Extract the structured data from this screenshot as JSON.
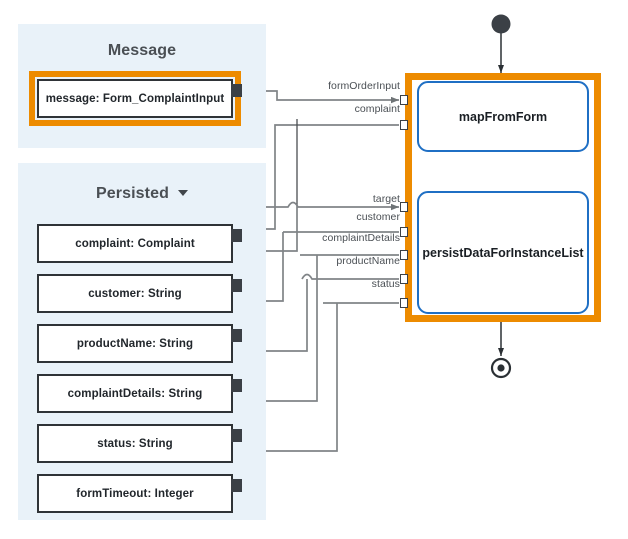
{
  "panels": {
    "message": {
      "title": "Message",
      "variables": [
        {
          "label": "message: Form_ComplaintInput",
          "highlighted": true
        }
      ]
    },
    "persisted": {
      "title": "Persisted",
      "has_dropdown": true,
      "dropdown_icon": "chevron-down-icon",
      "variables": [
        {
          "label": "complaint: Complaint",
          "highlighted": false
        },
        {
          "label": "customer: String",
          "highlighted": false
        },
        {
          "label": "productName: String",
          "highlighted": false
        },
        {
          "label": "complaintDetails: String",
          "highlighted": false
        },
        {
          "label": "status: String",
          "highlighted": false
        },
        {
          "label": "formTimeout: Integer",
          "highlighted": false
        }
      ]
    }
  },
  "flow": {
    "highlighted": true,
    "start_node": "start-event-node",
    "end_node": "end-event-node",
    "nodes": [
      {
        "label": "mapFromForm"
      },
      {
        "label": "persistDataForInstanceList"
      }
    ]
  },
  "edges": {
    "labels": [
      "formOrderInput",
      "complaint",
      "target",
      "customer",
      "complaintDetails",
      "productName",
      "status"
    ]
  },
  "colors": {
    "panel_background": "#e9f2f9",
    "highlight_orange": "#ED8B00",
    "node_blue": "#1F6FC4",
    "box_border": "#2f3337",
    "edge_gray": "#808487",
    "edge_dark": "#3b4046",
    "title_gray": "#4a4f54"
  }
}
